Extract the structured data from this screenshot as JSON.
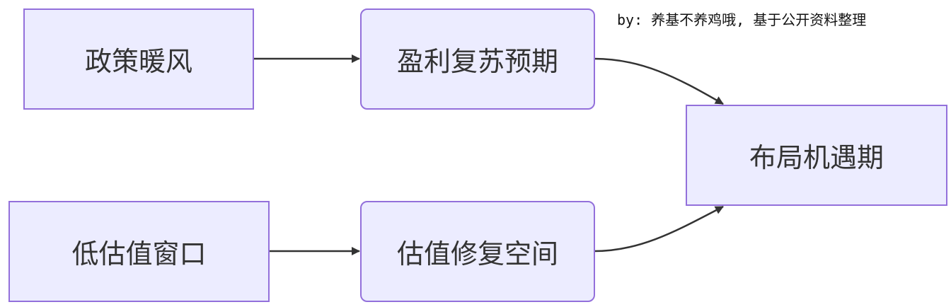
{
  "credit": "by: 养基不养鸡哦, 基于公开资料整理",
  "nodes": {
    "policy": "政策暖风",
    "profit": "盈利复苏预期",
    "layout": "布局机遇期",
    "lowval": "低估值窗口",
    "repair": "估值修复空间"
  },
  "edges": [
    {
      "from": "policy",
      "to": "profit"
    },
    {
      "from": "profit",
      "to": "layout"
    },
    {
      "from": "lowval",
      "to": "repair"
    },
    {
      "from": "repair",
      "to": "layout"
    }
  ],
  "colors": {
    "node_fill": "#ececff",
    "node_border": "#9370db",
    "edge": "#333333",
    "text": "#333333"
  }
}
